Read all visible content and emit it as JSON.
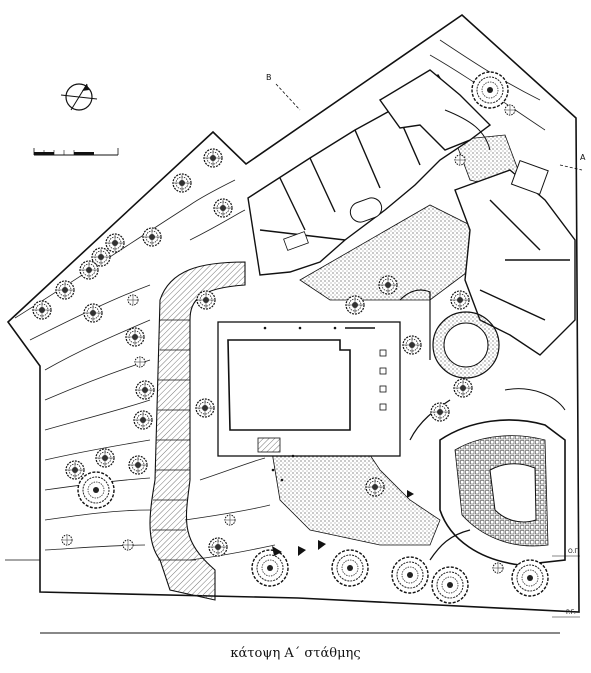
{
  "caption": "κάτοψη Α΄ στάθμης",
  "section_markers": {
    "b": "B",
    "a": "A"
  },
  "level_marks": [
    "O.Γ.",
    "P.Γ."
  ],
  "colors": {
    "ink": "#111111",
    "paper": "#ffffff",
    "hatch": "#555555"
  }
}
